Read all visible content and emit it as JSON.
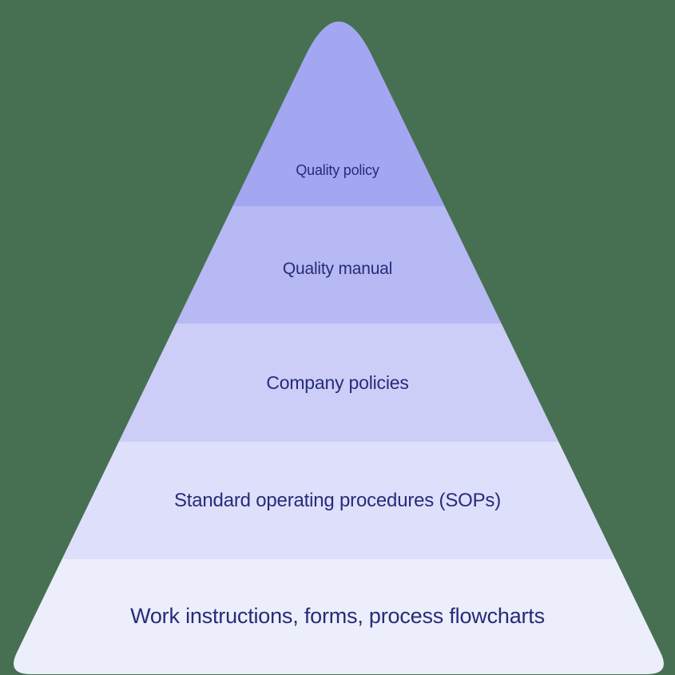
{
  "diagram": {
    "type": "pyramid",
    "description": "Five-level quality documentation pyramid"
  },
  "levels": [
    {
      "label": "Quality policy",
      "color": "#a3a7f1"
    },
    {
      "label": "Quality manual",
      "color": "#b6b9f4"
    },
    {
      "label": "Company policies",
      "color": "#cccef7"
    },
    {
      "label": "Standard operating procedures (SOPs)",
      "color": "#dedffb"
    },
    {
      "label": "Work instructions, forms, process flowcharts",
      "color": "#eceefb"
    }
  ],
  "colors": {
    "background": "#477052",
    "text": "#272c77"
  }
}
